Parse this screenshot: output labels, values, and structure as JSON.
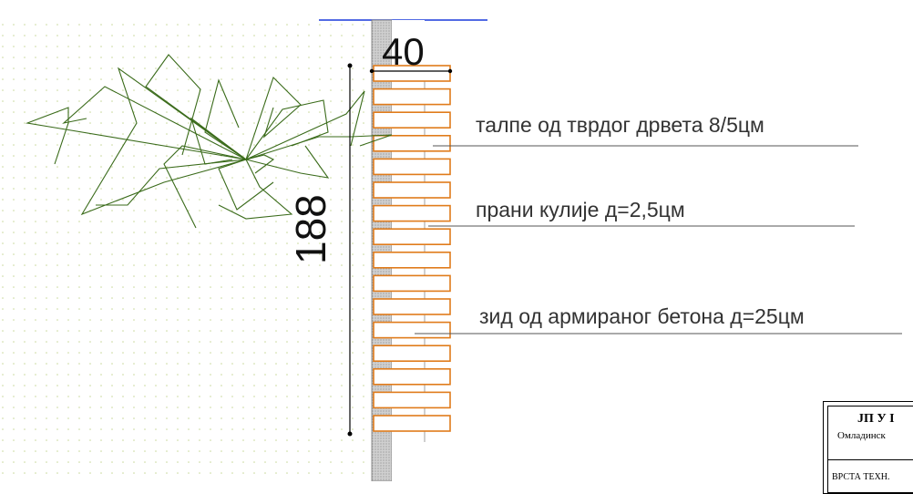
{
  "dimensions": {
    "width_label": "40",
    "height_label": "188"
  },
  "annotations": [
    "талпе од тврдог дрвета 8/5цм",
    "прани кулије д=2,5цм",
    "зид од армираног бетона д=25цм"
  ],
  "title_block": {
    "title": "ЈП  У I",
    "subtitle": "Омладинск",
    "type_label": "ВРСТА ТЕХН."
  },
  "colors": {
    "planks": "#e07b1a",
    "plant": "#3a6b1a",
    "wall_hatch": "#9a9a9a",
    "dots": "#c8d89a",
    "leader": "#555555",
    "top_line": "#1a3adb"
  }
}
